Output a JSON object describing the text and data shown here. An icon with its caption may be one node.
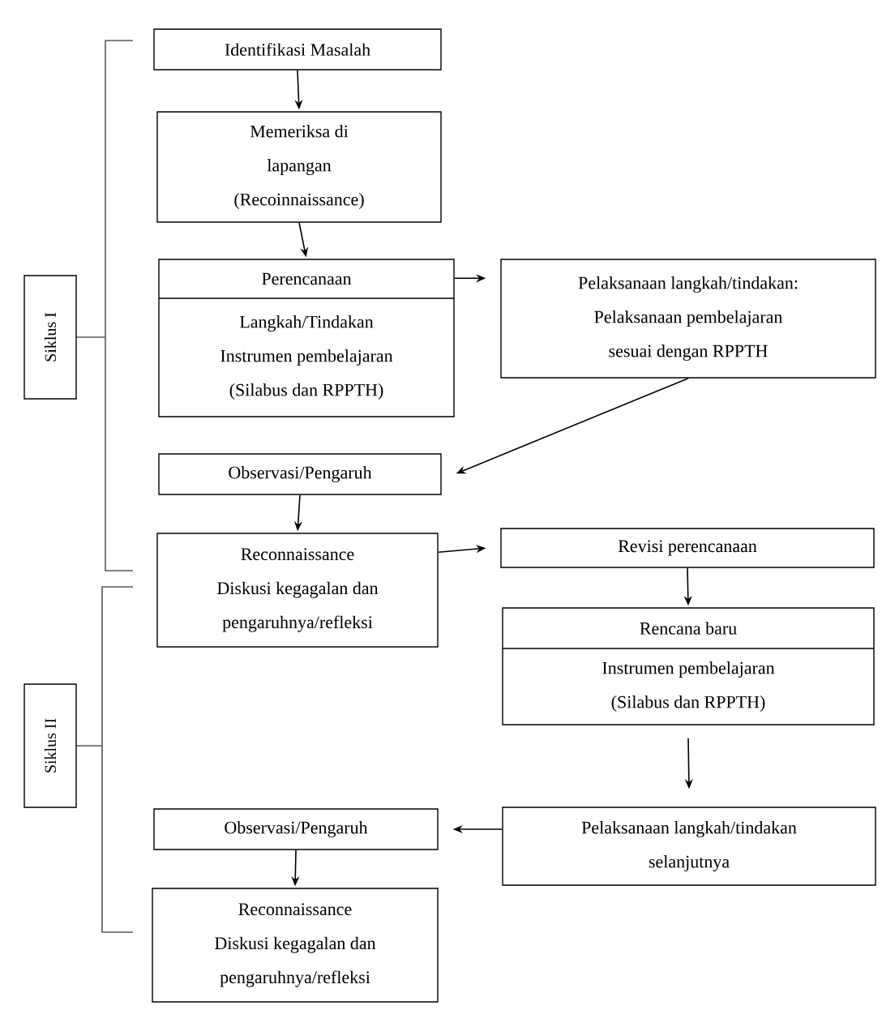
{
  "diagram": {
    "nodes": [
      {
        "text": [
          "Identifikasi Masalah"
        ]
      },
      {
        "text": [
          "Memeriksa di lapangan (Recoinnaissance)"
        ]
      },
      {
        "text": [
          "Perencanaan",
          "Langkah/Tindakan Instrumen pembelajaran (Silabus dan RPPTH)"
        ]
      },
      {
        "text": [
          "Pelaksanaan langkah/tindakan:",
          "Pelaksanaan pembelajaran sesuai dengan RPPTH"
        ]
      },
      {
        "text": [
          "Observasi/Pengaruh"
        ]
      },
      {
        "text": [
          "Reconnaissance",
          "Diskusi kegagalan dan pengaruhnya/refleksi"
        ]
      },
      {
        "text": [
          "Revisi perencanaan"
        ]
      },
      {
        "text": [
          "Rencana baru",
          "Instrumen pembelajaran (Silabus dan RPPTH)"
        ]
      },
      {
        "text": [
          "Pelaksanaan langkah/tindakan selanjutnya"
        ]
      },
      {
        "text": [
          "Observasi/Pengaruh"
        ]
      },
      {
        "text": [
          "Reconnaissance",
          "Diskusi kegagalan dan pengaruhnya/refleksi"
        ]
      },
      {
        "text": [
          "Siklus I"
        ]
      },
      {
        "text": [
          "Siklus II"
        ]
      }
    ],
    "edges": [
      {
        "from": 0,
        "to": 1,
        "arrow": "to"
      },
      {
        "from": 1,
        "to": 2,
        "arrow": "to"
      },
      {
        "from": 2,
        "to": 3,
        "arrow": "to"
      },
      {
        "from": 3,
        "to": 4,
        "arrow": "to"
      },
      {
        "from": 4,
        "to": 5,
        "arrow": "to"
      },
      {
        "from": 5,
        "to": 6,
        "arrow": "to"
      },
      {
        "from": 6,
        "to": 7,
        "arrow": "to"
      },
      {
        "from": 7,
        "to": 8,
        "arrow": "to"
      },
      {
        "from": 8,
        "to": 9,
        "arrow": "to"
      },
      {
        "from": 9,
        "to": 10,
        "arrow": "to"
      }
    ]
  }
}
